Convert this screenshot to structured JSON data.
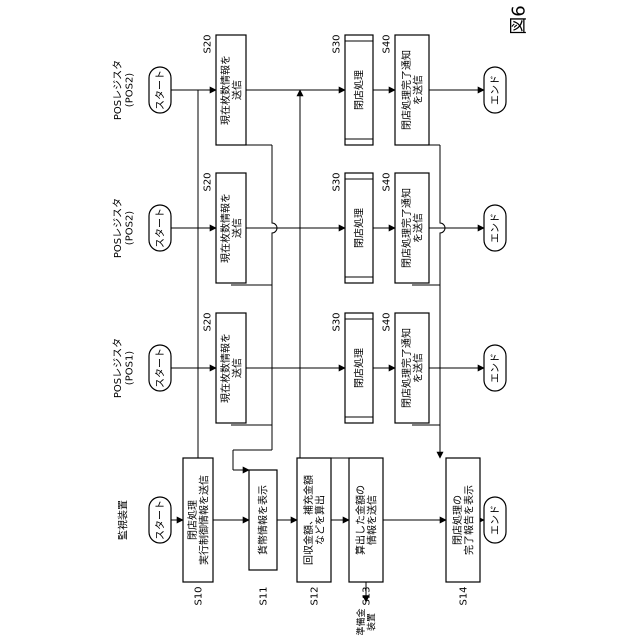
{
  "figure_label": "図6",
  "columns": {
    "monitor": "監視装置",
    "pos1": "POSレジスタ\n(POS1)",
    "pos2": "POSレジスタ\n(POS2)",
    "pos3": "POSレジスタ\n(POS2)"
  },
  "terminals": {
    "start": "スタート",
    "end": "エンド"
  },
  "monitor_steps": {
    "s10": {
      "id": "S10",
      "text": "閉店処理\n実行制御情報を送信"
    },
    "s11": {
      "id": "S11",
      "text": "貨幣情報を表示"
    },
    "s12": {
      "id": "S12",
      "text": "回収金額、補充金額\nなどを算出"
    },
    "s13": {
      "id": "S13",
      "text": "算出した金額の\n情報を送信"
    },
    "s14": {
      "id": "S14",
      "text": "閉店処理の\n完了報告を表示"
    }
  },
  "pos_steps": {
    "s20": {
      "id": "S20",
      "text": "現在枚数情報を\n送信"
    },
    "s30": {
      "id": "S30",
      "text": "閉店処理"
    },
    "s40": {
      "id": "S40",
      "text": "閉店処理完了通知\nを送信"
    }
  },
  "side_label": "準備金\n装置"
}
